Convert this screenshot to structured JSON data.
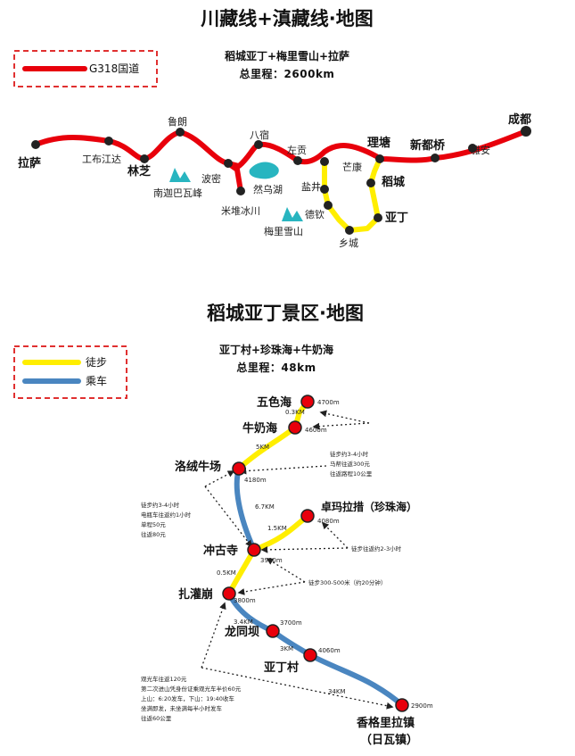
{
  "map1": {
    "title": "川藏线+滇藏线·地图",
    "legend": {
      "label": "G318国道",
      "color": "#e8000b"
    },
    "subtitle": "稻城亚丁+梅里雪山+拉萨",
    "total": "总里程：2600km",
    "places": {
      "lasa": "拉萨",
      "gongbu": "工布江达",
      "linzhi": "林芝",
      "lulang": "鲁朗",
      "bomi": "波密",
      "namjagbarwa": "南迦巴瓦峰",
      "basu": "八宿",
      "ranwu": "然乌湖",
      "midui": "米堆冰川",
      "zuogong": "左贡",
      "yanjing": "盐井",
      "deqin": "德钦",
      "meili": "梅里雪山",
      "mangkang": "芒康",
      "litang": "理塘",
      "daocheng": "稻城",
      "yading": "亚丁",
      "xiangcheng": "乡城",
      "xinduqiao": "新都桥",
      "yaan": "雅安",
      "chengdu": "成都"
    }
  },
  "map2": {
    "title": "稻城亚丁景区·地图",
    "subtitle": "亚丁村+珍珠海+牛奶海",
    "total": "总里程：48km",
    "legend": {
      "walk": "徒步",
      "ride": "乘车",
      "walk_color": "#ffee00",
      "ride_color": "#4a86c0"
    },
    "points": {
      "wuse": {
        "name": "五色海",
        "alt": "4700m"
      },
      "niunai": {
        "name": "牛奶海",
        "alt": "4600m"
      },
      "luorong": {
        "name": "洛绒牛场",
        "alt": "4180m"
      },
      "zhuoma": {
        "name": "卓玛拉措（珍珠海）",
        "alt": "4080m"
      },
      "chonggu": {
        "name": "冲古寺",
        "alt": "3900m"
      },
      "zhaguan": {
        "name": "扎灌崩",
        "alt": "3800m"
      },
      "longtong": {
        "name": "龙同坝",
        "alt": "3700m"
      },
      "yadingcun": {
        "name": "亚丁村",
        "alt": "4060m"
      },
      "xianggelila": {
        "name": "香格里拉镇",
        "name2": "（日瓦镇）",
        "alt": "2900m"
      }
    },
    "distances": [
      "0.3KM",
      "5KM",
      "6.7KM",
      "1.5KM",
      "0.5KM",
      "3.4KM",
      "3KM",
      "34KM"
    ],
    "notes": {
      "niunai": [
        "徒步约3-4小时",
        "马帮往返300元",
        "往返路程10公里"
      ],
      "luorong": [
        "徒步约3-4小时",
        "电瓶车往返约1小时",
        "单程50元",
        "往返80元"
      ],
      "zhuoma": "徒步往返约2-3小时",
      "chonggu": "徒步300-500米（约20分钟）",
      "bus": [
        "观光车往返120元",
        "第二次进山凭身份证乘观光车半价60元",
        "上山：6:20发车，下山：19:40收车",
        "坐满即发，未坐满每半小时发车",
        "往返60公里"
      ]
    }
  }
}
